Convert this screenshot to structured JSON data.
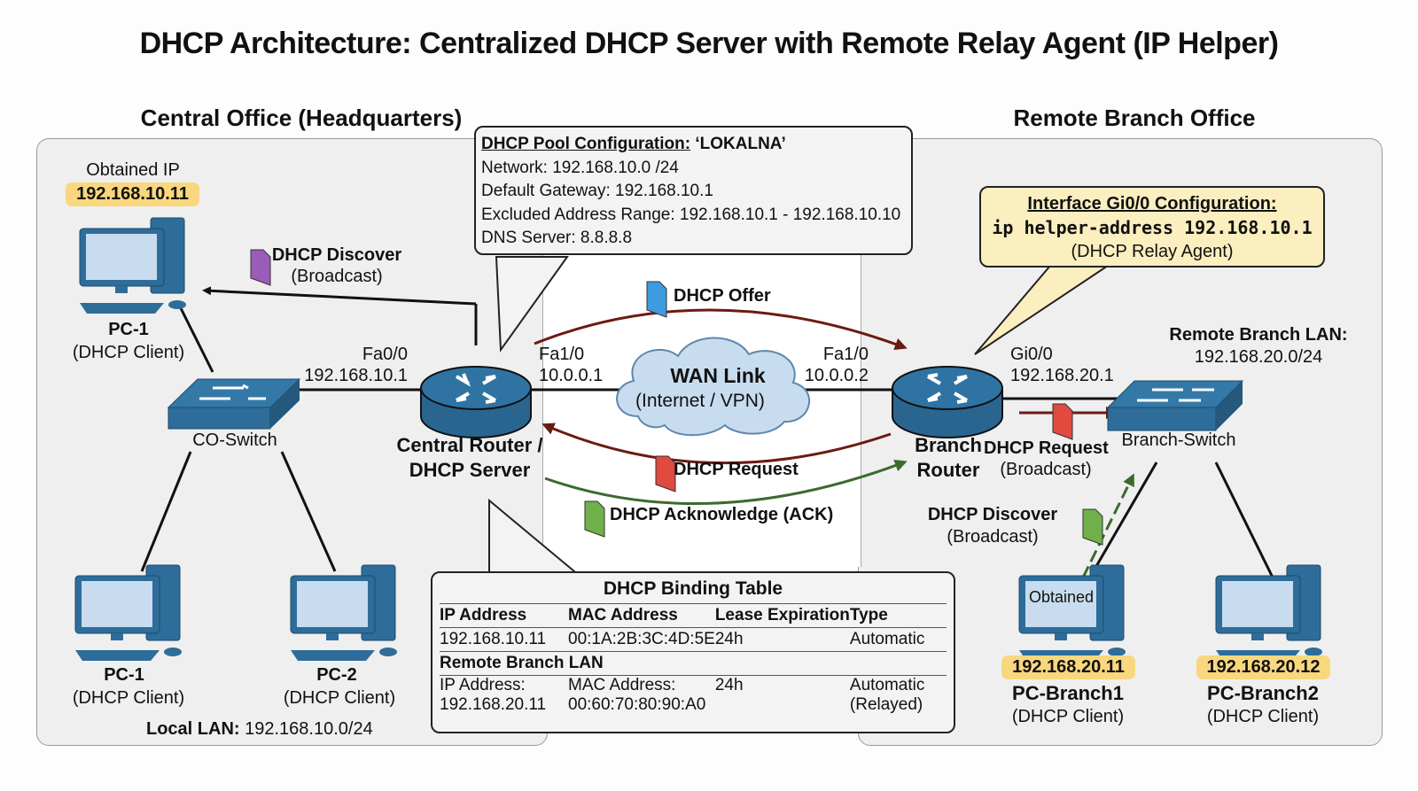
{
  "title": "DHCP Architecture: Centralized DHCP Server with Remote Relay Agent (IP Helper)",
  "colors": {
    "device_blue": "#2e6d99",
    "ip_badge": "#f8d77e",
    "relay_callout": "#fbeebf",
    "offer_arrow": "#6b1a12",
    "ack_arrow": "#3c6a2e",
    "discover_packet": "#9b5bb8",
    "offer_packet": "#3f9be0",
    "request_packet": "#e04a3f",
    "ack_packet": "#6fb04a"
  },
  "central_office": {
    "heading": "Central Office (Headquarters)",
    "obtained_label": "Obtained IP",
    "obtained_ip": "192.168.10.11",
    "pc_top": {
      "name": "PC-1",
      "role": "(DHCP Client)"
    },
    "switch_label": "CO-Switch",
    "pc_bottom_left": {
      "name": "PC-1",
      "role": "(DHCP Client)"
    },
    "pc_bottom_right": {
      "name": "PC-2",
      "role": "(DHCP Client)"
    },
    "local_lan_label": "Local LAN:",
    "local_lan_value": "192.168.10.0/24",
    "discover": {
      "label": "DHCP Discover",
      "sub": "(Broadcast)"
    },
    "router": {
      "name_line1": "Central Router /",
      "name_line2": "DHCP Server",
      "lan_iface": "Fa0/0",
      "lan_ip": "192.168.10.1",
      "wan_iface": "Fa1/0",
      "wan_ip": "10.0.0.1"
    }
  },
  "pool_config": {
    "heading": "DHCP Pool Configuration:",
    "pool_name": "‘LOKALNA’",
    "lines": [
      "Network: 192.168.10.0 /24",
      "Default Gateway: 192.168.10.1",
      "Excluded Address Range: 192.168.10.1 - 192.168.10.10",
      "DNS Server: 8.8.8.8"
    ]
  },
  "wan": {
    "title": "WAN Link",
    "sub": "(Internet / VPN)",
    "offer_label": "DHCP Offer",
    "request_label": "DHCP Request",
    "ack_label": "DHCP Acknowledge (ACK)"
  },
  "binding_table": {
    "title": "DHCP Binding Table",
    "columns": [
      "IP Address",
      "MAC Address",
      "Lease Expiration",
      "Type"
    ],
    "rows": [
      [
        "192.168.10.11",
        "00:1A:2B:3C:4D:5E",
        "24h",
        "Automatic"
      ]
    ],
    "section_label": "Remote Branch LAN",
    "remote_rows": [
      [
        "IP Address:",
        "MAC Address:",
        "24h",
        "Automatic"
      ],
      [
        "192.168.20.11",
        "00:60:70:80:90:A0",
        "",
        "(Relayed)"
      ]
    ]
  },
  "remote_branch": {
    "heading": "Remote Branch Office",
    "relay_config": {
      "heading": "Interface Gi0/0 Configuration:",
      "command": "ip helper-address 192.168.10.1",
      "sub": "(DHCP Relay Agent)"
    },
    "router": {
      "name_line1": "Branch",
      "name_line2": "Router",
      "wan_iface": "Fa1/0",
      "wan_ip": "10.0.0.2",
      "lan_iface": "Gi0/0",
      "lan_ip": "192.168.20.1"
    },
    "lan_label": "Remote Branch LAN:",
    "lan_value": "192.168.20.0/24",
    "switch_label": "Branch-Switch",
    "request": {
      "label": "DHCP Request",
      "sub": "(Broadcast)"
    },
    "discover": {
      "label": "DHCP Discover",
      "sub": "(Broadcast)"
    },
    "pc1": {
      "screen_text": "Obtained",
      "ip": "192.168.20.11",
      "name": "PC-Branch1",
      "role": "(DHCP Client)"
    },
    "pc2": {
      "ip": "192.168.20.12",
      "name": "PC-Branch2",
      "role": "(DHCP Client)"
    }
  }
}
